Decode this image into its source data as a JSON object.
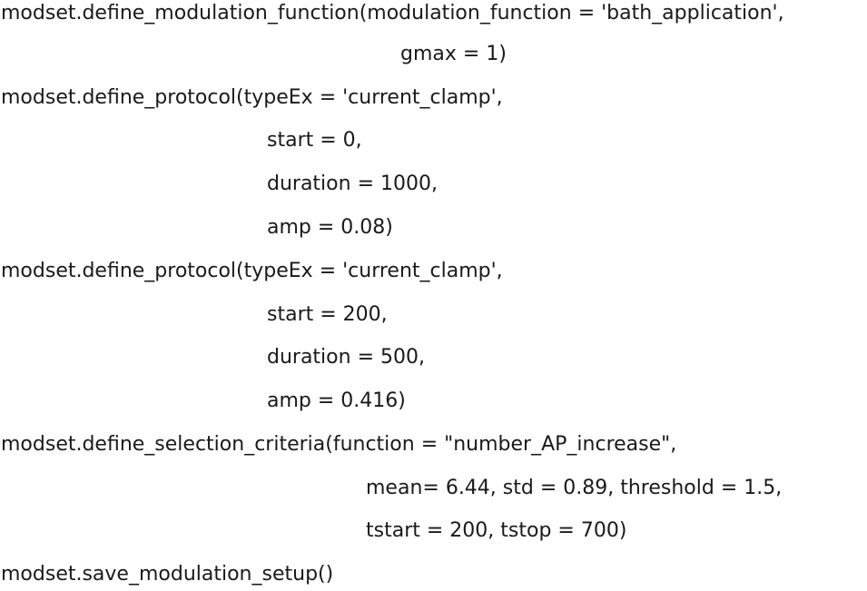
{
  "code": {
    "lines": [
      "modset.define_modulation_function(modulation_function = 'bath_application',",
      "gmax = 1)",
      "modset.define_protocol(typeEx = 'current_clamp',",
      "start = 0,",
      "duration = 1000,",
      "amp = 0.08)",
      "modset.define_protocol(typeEx = 'current_clamp',",
      "start = 200,",
      "duration = 500,",
      "amp = 0.416)",
      "modset.define_selection_criteria(function = \"number_AP_increase\",",
      "mean= 6.44, std = 0.89, threshold = 1.5,",
      "tstart = 200, tstop = 700)",
      "modset.save_modulation_setup()"
    ]
  }
}
